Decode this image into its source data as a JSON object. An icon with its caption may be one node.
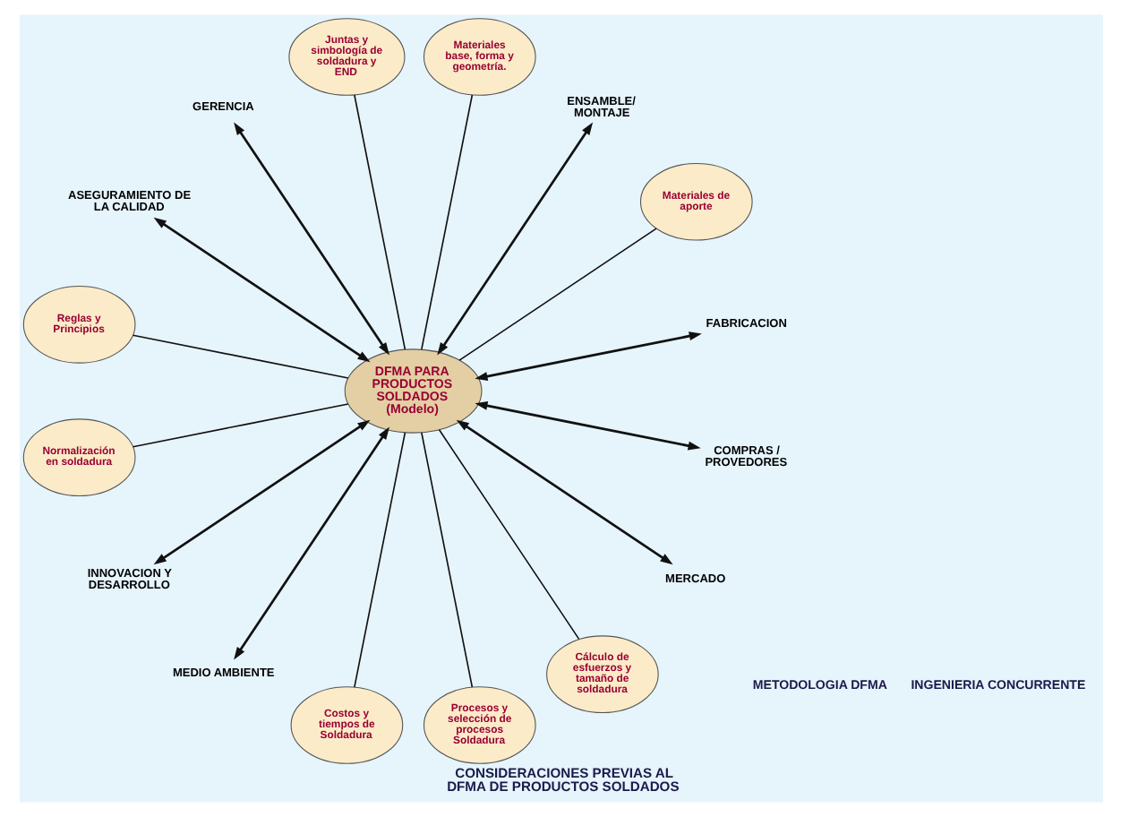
{
  "diagram": {
    "caption": "CONSIDERACIONES PREVIAS AL DFMA DE PRODUCTOS SOLDADOS",
    "nodes": [
      {
        "text": [
          "FABRICACION"
        ]
      },
      {
        "text": [
          "Materiales de aporte"
        ]
      },
      {
        "text": [
          "ENSAMBLE/ MONTAJE"
        ]
      },
      {
        "text": [
          "Materiales base, forma y geometría."
        ]
      },
      {
        "text": [
          "Juntas y simbología de soldadura y END"
        ]
      },
      {
        "text": [
          "GERENCIA"
        ]
      },
      {
        "text": [
          "ASEGURAMIENTO DE LA CALIDAD"
        ]
      },
      {
        "text": [
          "Reglas y Principios"
        ]
      },
      {
        "text": [
          "DFMA PARA PRODUCTOS SOLDADOS (Modelo)"
        ]
      },
      {
        "text": [
          "Normalización en soldadura"
        ]
      },
      {
        "text": [
          "INNOVACION Y DESARROLLO"
        ]
      },
      {
        "text": [
          "MEDIO AMBIENTE"
        ]
      },
      {
        "text": [
          "Costos y tiempos de Soldadura"
        ]
      },
      {
        "text": [
          "Procesos y selección de procesos Soldadura"
        ]
      },
      {
        "text": [
          "Cálculo de esfuerzos y tamaño de soldadura"
        ]
      },
      {
        "text": [
          "MERCADO"
        ]
      },
      {
        "text": [
          "COMPRAS / PROVEDORES"
        ]
      }
    ],
    "edges": [
      {
        "from": 8,
        "to": 1,
        "arrow": "none"
      },
      {
        "from": 8,
        "to": 2,
        "arrow": "both"
      },
      {
        "from": 8,
        "to": 4,
        "arrow": "none"
      },
      {
        "from": 8,
        "to": 6,
        "arrow": "both"
      },
      {
        "from": 8,
        "to": 9,
        "arrow": "none"
      },
      {
        "from": 8,
        "to": 11,
        "arrow": "both"
      },
      {
        "from": 8,
        "to": 13,
        "arrow": "none"
      },
      {
        "from": 8,
        "to": 16,
        "arrow": "both"
      },
      {
        "from": 8,
        "to": 14,
        "arrow": "none"
      },
      {
        "from": 8,
        "to": 15,
        "arrow": "both"
      },
      {
        "from": 8,
        "to": 12,
        "arrow": "none"
      },
      {
        "from": 8,
        "to": 10,
        "arrow": "both"
      },
      {
        "from": 8,
        "to": 7,
        "arrow": "none"
      },
      {
        "from": 8,
        "to": 5,
        "arrow": "both"
      },
      {
        "from": 8,
        "to": 3,
        "arrow": "none"
      },
      {
        "from": 8,
        "to": 0,
        "arrow": "both"
      }
    ],
    "labels": [
      "INGENIERIA CONCURRENTE",
      "METODOLOGIA DFMA"
    ]
  }
}
